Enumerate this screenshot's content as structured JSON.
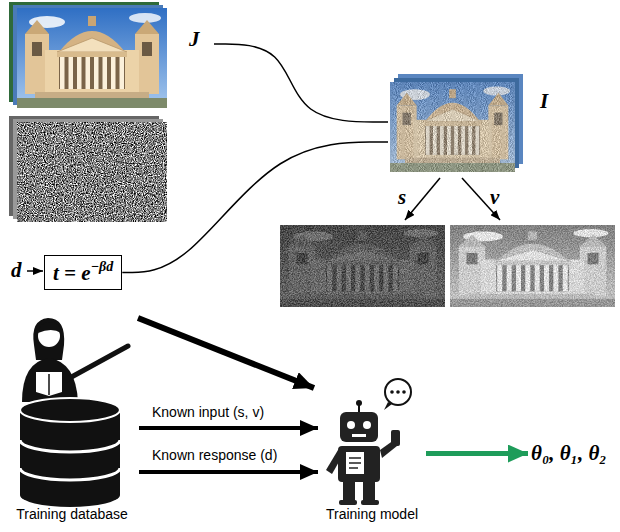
{
  "diagram": {
    "nodes": [
      {
        "text": [
          "J"
        ]
      },
      {
        "text": [
          "t = e",
          "−βd"
        ]
      },
      {
        "text": [
          "I"
        ]
      },
      {
        "text": [
          "Training database"
        ]
      },
      {
        "text": [
          "Training model"
        ]
      },
      {
        "text": [
          "θ₀, θ₁, θ₂"
        ]
      }
    ],
    "edges": [
      {
        "from": 0,
        "to": 2,
        "arrow": "none"
      },
      {
        "from": 1,
        "to": 2,
        "arrow": "none"
      },
      {
        "from": 3,
        "to": 4,
        "label": "Known input (s, v)",
        "arrow": "to"
      },
      {
        "from": 3,
        "to": 4,
        "label": "Known response (d)",
        "arrow": "to"
      },
      {
        "from": 4,
        "to": 5,
        "arrow": "to"
      }
    ],
    "labels": [
      "d",
      "s",
      "v"
    ]
  }
}
